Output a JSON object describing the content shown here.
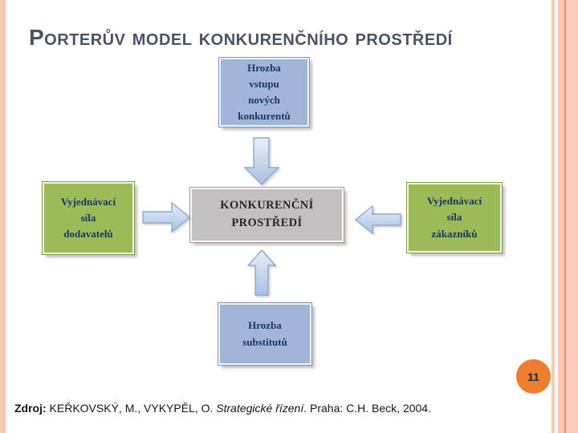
{
  "slide": {
    "title": "Porterův model konkurenčního prostředí",
    "page_number": "11",
    "source": {
      "label": "Zdroj:",
      "authors": " KEŘKOVSKÝ, M., VYKYPĚL, O. ",
      "work": "Strategické řízení",
      "tail": ". Praha: C.H. Beck, 2004."
    }
  },
  "diagram": {
    "center_box": {
      "label": "KONKURENČNÍ\nPROSTŘEDÍ"
    },
    "top_box": {
      "label": "Hrozba\nvstupu\nnových\nkonkurentů"
    },
    "left_box": {
      "label": "Vyjednávací\nsíla\ndodavatelů"
    },
    "right_box": {
      "label": "Vyjednávací\nsíla\nzákazníků"
    },
    "bottom_box": {
      "label": "Hrozba\nsubstitutů"
    },
    "arrows": {
      "down": "arrow from new-entrants threat to competitive environment",
      "right": "arrow from supplier power to competitive environment",
      "left": "arrow from buyer power to competitive environment",
      "up": "arrow from substitutes threat to competitive environment"
    }
  },
  "colors": {
    "accent_orange": "#ed7d31",
    "box_blue": "#a0b5d8",
    "box_green": "#9bbb59",
    "box_gray": "#c3c0c1",
    "box_text_navy": "#17375e",
    "title_gray": "#4b5362",
    "stripe_salmon": "#fbc9b4",
    "arrow_fill_light": "#e8eef7",
    "arrow_fill_dark": "#a9c0e0"
  }
}
